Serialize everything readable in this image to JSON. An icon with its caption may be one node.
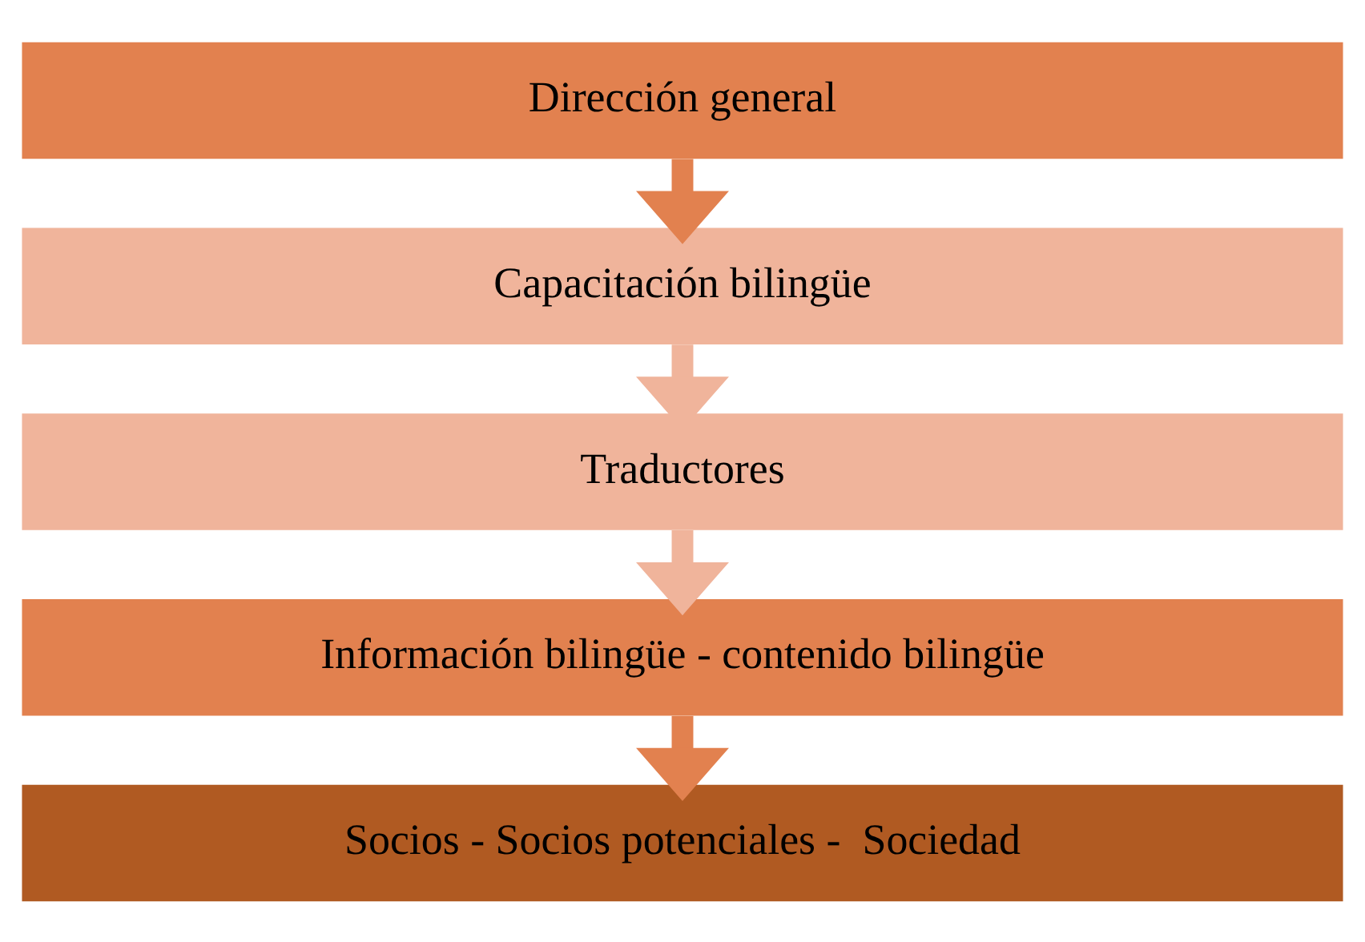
{
  "diagram": {
    "nodes": [
      {
        "text": [
          "Dirección general"
        ]
      },
      {
        "text": [
          "Capacitación bilingüe"
        ]
      },
      {
        "text": [
          "Traductores"
        ]
      },
      {
        "text": [
          "Información bilingüe - contenido bilingüe"
        ]
      },
      {
        "text": [
          "Socios - Socios potenciales -  Sociedad"
        ]
      }
    ],
    "edges": [
      {
        "from": 0,
        "to": 1,
        "arrow": "to"
      },
      {
        "from": 1,
        "to": 2,
        "arrow": "to",
        "color": "#f0b49b"
      },
      {
        "from": 2,
        "to": 3,
        "arrow": "to",
        "color": "#f0b49b"
      },
      {
        "from": 3,
        "to": 4,
        "arrow": "to"
      }
    ]
  }
}
